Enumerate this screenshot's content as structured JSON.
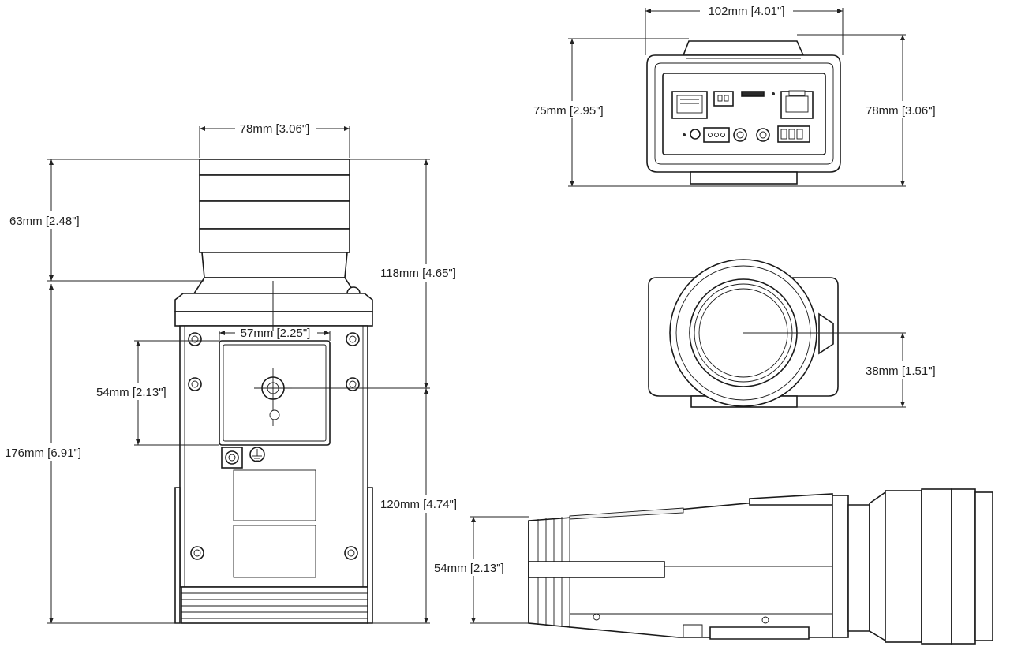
{
  "drawing": {
    "dimensions": {
      "front_lens_width": "78mm [3.06\"]",
      "lens_height": "63mm [2.48\"]",
      "upper_height": "118mm [4.65\"]",
      "mount_plate_width": "57mm [2.25\"]",
      "mount_plate_height": "54mm [2.13\"]",
      "total_height": "176mm [6.91\"]",
      "lower_height": "120mm [4.74\"]",
      "rear_width": "102mm [4.01\"]",
      "rear_height_left": "75mm [2.95\"]",
      "rear_height_right": "78mm [3.06\"]",
      "lens_center_height": "38mm [1.51\"]",
      "side_height": "54mm [2.13\"]"
    },
    "views": [
      "bottom-view",
      "rear-view",
      "front-view",
      "side-view"
    ],
    "colors": {
      "line": "#1a1a1a",
      "background": "#ffffff"
    }
  }
}
